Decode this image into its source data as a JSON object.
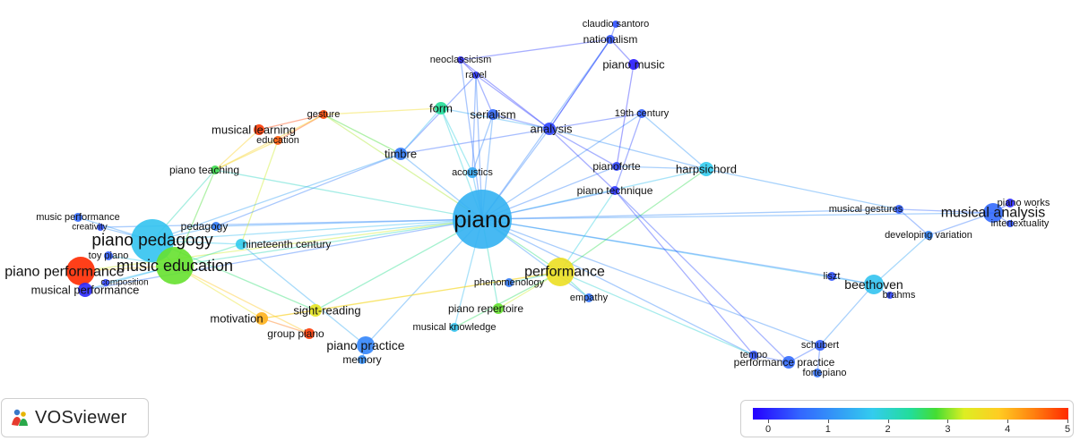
{
  "brand": {
    "name": "VOSviewer",
    "logo_icon": "vosviewer-people-icon"
  },
  "color_scale": {
    "ticks": [
      "0",
      "1",
      "2",
      "3",
      "4",
      "5"
    ],
    "colors": [
      "#2500ff",
      "#3366ff",
      "#33ccee",
      "#22dd99",
      "#44dd33",
      "#ddee22",
      "#ffcc22",
      "#ff8811",
      "#ff2a00"
    ]
  },
  "network": {
    "nodes": [
      {
        "id": "piano",
        "label": "piano",
        "score": 1.6
      },
      {
        "id": "piano pedagogy",
        "label": "piano pedagogy",
        "score": 1.8
      },
      {
        "id": "music education",
        "label": "music education",
        "score": 3.0
      },
      {
        "id": "piano performance",
        "label": "piano performance",
        "score": 5.0
      },
      {
        "id": "performance",
        "label": "performance",
        "score": 3.6
      },
      {
        "id": "musical analysis",
        "label": "musical analysis",
        "score": 0.8
      },
      {
        "id": "beethoven",
        "label": "beethoven",
        "score": 1.8
      },
      {
        "id": "harpsichord",
        "label": "harpsichord",
        "score": 1.9
      },
      {
        "id": "analysis",
        "label": "analysis",
        "score": 0.5
      },
      {
        "id": "form",
        "label": "form",
        "score": 2.5
      },
      {
        "id": "serialism",
        "label": "serialism",
        "score": 0.8
      },
      {
        "id": "timbre",
        "label": "timbre",
        "score": 1.0
      },
      {
        "id": "acoustics",
        "label": "acoustics",
        "score": 1.5
      },
      {
        "id": "neoclassicism",
        "label": "neoclassicism",
        "score": 0.3
      },
      {
        "id": "ravel",
        "label": "ravel",
        "score": 0.4
      },
      {
        "id": "claudio santoro",
        "label": "claudio santoro",
        "score": 0.6
      },
      {
        "id": "nationalism",
        "label": "nationalism",
        "score": 0.6
      },
      {
        "id": "piano music",
        "label": "piano music",
        "score": 0.2
      },
      {
        "id": "19th century",
        "label": "19th century",
        "score": 0.7
      },
      {
        "id": "pianoforte",
        "label": "pianoforte",
        "score": 0.5
      },
      {
        "id": "piano technique",
        "label": "piano technique",
        "score": 0.4
      },
      {
        "id": "gesture",
        "label": "gesture",
        "score": 4.8
      },
      {
        "id": "musical learning",
        "label": "musical learning",
        "score": 4.9
      },
      {
        "id": "education",
        "label": "education",
        "score": 4.7
      },
      {
        "id": "piano teaching",
        "label": "piano teaching",
        "score": 2.8
      },
      {
        "id": "pedagogy",
        "label": "pedagogy",
        "score": 1.0
      },
      {
        "id": "nineteenth century",
        "label": "nineteenth century",
        "score": 1.9
      },
      {
        "id": "music performance",
        "label": "music performance",
        "score": 0.8
      },
      {
        "id": "creativity",
        "label": "creativity",
        "score": 0.6
      },
      {
        "id": "toy piano",
        "label": "toy piano",
        "score": 0.7
      },
      {
        "id": "composition",
        "label": "composition",
        "score": 0.5
      },
      {
        "id": "musical performance",
        "label": "musical performance",
        "score": 0.3
      },
      {
        "id": "sight-reading",
        "label": "sight-reading",
        "score": 3.5
      },
      {
        "id": "motivation",
        "label": "motivation",
        "score": 4.1
      },
      {
        "id": "group piano",
        "label": "group piano",
        "score": 4.9
      },
      {
        "id": "piano practice",
        "label": "piano practice",
        "score": 1.1
      },
      {
        "id": "memory",
        "label": "memory",
        "score": 1.2
      },
      {
        "id": "phenomenology",
        "label": "phenomenology",
        "score": 1.0
      },
      {
        "id": "empathy",
        "label": "empathy",
        "score": 0.9
      },
      {
        "id": "piano repertoire",
        "label": "piano repertoire",
        "score": 3.0
      },
      {
        "id": "musical knowledge",
        "label": "musical knowledge",
        "score": 1.8
      },
      {
        "id": "musical gestures",
        "label": "musical gestures",
        "score": 0.7
      },
      {
        "id": "piano works",
        "label": "piano works",
        "score": 0.3
      },
      {
        "id": "intertextuality",
        "label": "intertextuality",
        "score": 0.6
      },
      {
        "id": "developing variation",
        "label": "developing variation",
        "score": 1.1
      },
      {
        "id": "liszt",
        "label": "liszt",
        "score": 0.6
      },
      {
        "id": "brahms",
        "label": "brahms",
        "score": 0.5
      },
      {
        "id": "schubert",
        "label": "schubert",
        "score": 0.7
      },
      {
        "id": "tempo",
        "label": "tempo",
        "score": 0.6
      },
      {
        "id": "performance practice",
        "label": "performance practice",
        "score": 0.8
      },
      {
        "id": "fortepiano",
        "label": "fortepiano",
        "score": 0.9
      }
    ],
    "links": [
      [
        "piano",
        "piano pedagogy"
      ],
      [
        "piano",
        "music education"
      ],
      [
        "piano",
        "piano performance"
      ],
      [
        "piano",
        "performance"
      ],
      [
        "piano",
        "musical analysis"
      ],
      [
        "piano",
        "beethoven"
      ],
      [
        "piano",
        "harpsichord"
      ],
      [
        "piano",
        "analysis"
      ],
      [
        "piano",
        "form"
      ],
      [
        "piano",
        "serialism"
      ],
      [
        "piano",
        "timbre"
      ],
      [
        "piano",
        "acoustics"
      ],
      [
        "piano",
        "ravel"
      ],
      [
        "piano",
        "nationalism"
      ],
      [
        "piano",
        "19th century"
      ],
      [
        "piano",
        "pianoforte"
      ],
      [
        "piano",
        "piano technique"
      ],
      [
        "piano",
        "pedagogy"
      ],
      [
        "piano",
        "nineteenth century"
      ],
      [
        "piano",
        "sight-reading"
      ],
      [
        "piano",
        "piano repertoire"
      ],
      [
        "piano",
        "musical gestures"
      ],
      [
        "piano",
        "liszt"
      ],
      [
        "piano",
        "schubert"
      ],
      [
        "piano",
        "piano practice"
      ],
      [
        "piano",
        "piano teaching"
      ],
      [
        "piano",
        "creativity"
      ],
      [
        "piano",
        "empathy"
      ],
      [
        "piano",
        "musical knowledge"
      ],
      [
        "piano",
        "tempo"
      ],
      [
        "piano",
        "neoclassicism"
      ],
      [
        "piano",
        "musical performance"
      ],
      [
        "piano",
        "gesture"
      ],
      [
        "analysis",
        "serialism"
      ],
      [
        "analysis",
        "neoclassicism"
      ],
      [
        "analysis",
        "ravel"
      ],
      [
        "analysis",
        "19th century"
      ],
      [
        "analysis",
        "harpsichord"
      ],
      [
        "analysis",
        "nationalism"
      ],
      [
        "analysis",
        "form"
      ],
      [
        "analysis",
        "piano technique"
      ],
      [
        "analysis",
        "pianoforte"
      ],
      [
        "analysis",
        "timbre"
      ],
      [
        "claudio santoro",
        "nationalism"
      ],
      [
        "nationalism",
        "piano music"
      ],
      [
        "nationalism",
        "neoclassicism"
      ],
      [
        "nationalism",
        "analysis"
      ],
      [
        "piano music",
        "pianoforte"
      ],
      [
        "19th century",
        "harpsichord"
      ],
      [
        "19th century",
        "piano technique"
      ],
      [
        "neoclassicism",
        "ravel"
      ],
      [
        "ravel",
        "acoustics"
      ],
      [
        "ravel",
        "serialism"
      ],
      [
        "ravel",
        "timbre"
      ],
      [
        "form",
        "gesture"
      ],
      [
        "form",
        "timbre"
      ],
      [
        "form",
        "acoustics"
      ],
      [
        "serialism",
        "acoustics"
      ],
      [
        "gesture",
        "musical learning"
      ],
      [
        "gesture",
        "education"
      ],
      [
        "gesture",
        "timbre"
      ],
      [
        "gesture",
        "piano teaching"
      ],
      [
        "musical learning",
        "piano teaching"
      ],
      [
        "education",
        "piano teaching"
      ],
      [
        "piano teaching",
        "music education"
      ],
      [
        "piano teaching",
        "piano pedagogy"
      ],
      [
        "education",
        "nineteenth century"
      ],
      [
        "pedagogy",
        "piano pedagogy"
      ],
      [
        "pedagogy",
        "timbre"
      ],
      [
        "timbre",
        "piano pedagogy"
      ],
      [
        "piano pedagogy",
        "music education"
      ],
      [
        "piano pedagogy",
        "creativity"
      ],
      [
        "piano pedagogy",
        "music performance"
      ],
      [
        "piano pedagogy",
        "nineteenth century"
      ],
      [
        "piano pedagogy",
        "sight-reading"
      ],
      [
        "music education",
        "motivation"
      ],
      [
        "music education",
        "toy piano"
      ],
      [
        "music education",
        "piano performance"
      ],
      [
        "music education",
        "nineteenth century"
      ],
      [
        "music education",
        "composition"
      ],
      [
        "music education",
        "musical performance"
      ],
      [
        "music education",
        "group piano"
      ],
      [
        "motivation",
        "sight-reading"
      ],
      [
        "motivation",
        "group piano"
      ],
      [
        "sight-reading",
        "performance"
      ],
      [
        "nineteenth century",
        "piano practice"
      ],
      [
        "piano practice",
        "memory"
      ],
      [
        "performance",
        "piano repertoire"
      ],
      [
        "performance",
        "phenomenology"
      ],
      [
        "performance",
        "harpsichord"
      ],
      [
        "performance",
        "piano technique"
      ],
      [
        "performance",
        "empathy"
      ],
      [
        "performance",
        "musical knowledge"
      ],
      [
        "performance",
        "tempo"
      ],
      [
        "performance",
        "motivation"
      ],
      [
        "harpsichord",
        "musical gestures"
      ],
      [
        "harpsichord",
        "pianoforte"
      ],
      [
        "musical gestures",
        "developing variation"
      ],
      [
        "musical analysis",
        "developing variation"
      ],
      [
        "musical analysis",
        "musical gestures"
      ],
      [
        "piano works",
        "musical analysis"
      ],
      [
        "intertextuality",
        "musical analysis"
      ],
      [
        "developing variation",
        "beethoven"
      ],
      [
        "beethoven",
        "liszt"
      ],
      [
        "beethoven",
        "brahms"
      ],
      [
        "beethoven",
        "schubert"
      ],
      [
        "schubert",
        "fortepiano"
      ],
      [
        "schubert",
        "performance practice"
      ],
      [
        "performance practice",
        "tempo"
      ],
      [
        "piano technique",
        "tempo"
      ],
      [
        "piano technique",
        "performance practice"
      ]
    ]
  }
}
